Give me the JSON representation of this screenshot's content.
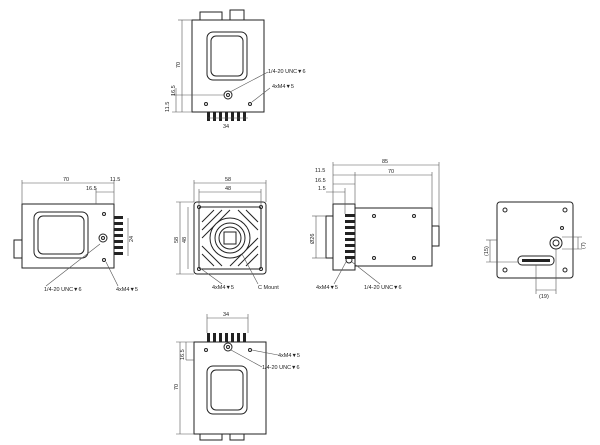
{
  "top_view": {
    "dims": [
      "70",
      "16.5",
      "11.5",
      "34"
    ],
    "callouts": [
      "1/4-20 UNC▼6",
      "4xM4▼5"
    ]
  },
  "left_view": {
    "dims": [
      "70",
      "11.5",
      "16.5",
      "24"
    ],
    "callouts": [
      "1/4-20 UNC▼6",
      "4xM4▼5"
    ]
  },
  "front_view": {
    "dims": [
      "58",
      "48",
      "58",
      "48"
    ],
    "callouts": [
      "4xM4▼5",
      "C Mount"
    ]
  },
  "side_view": {
    "dims": [
      "85",
      "11.5",
      "16.5",
      "1.5",
      "70",
      "Ø26"
    ],
    "callouts": [
      "4xM4▼5",
      "1/4-20 UNC▼6"
    ]
  },
  "rear_view": {
    "dims": [
      "(15)",
      "(19)",
      "(7)"
    ]
  },
  "bottom_view": {
    "dims": [
      "34",
      "16.5",
      "70"
    ],
    "callouts": [
      "4xM4▼5",
      "1/4-20 UNC▼6"
    ]
  }
}
